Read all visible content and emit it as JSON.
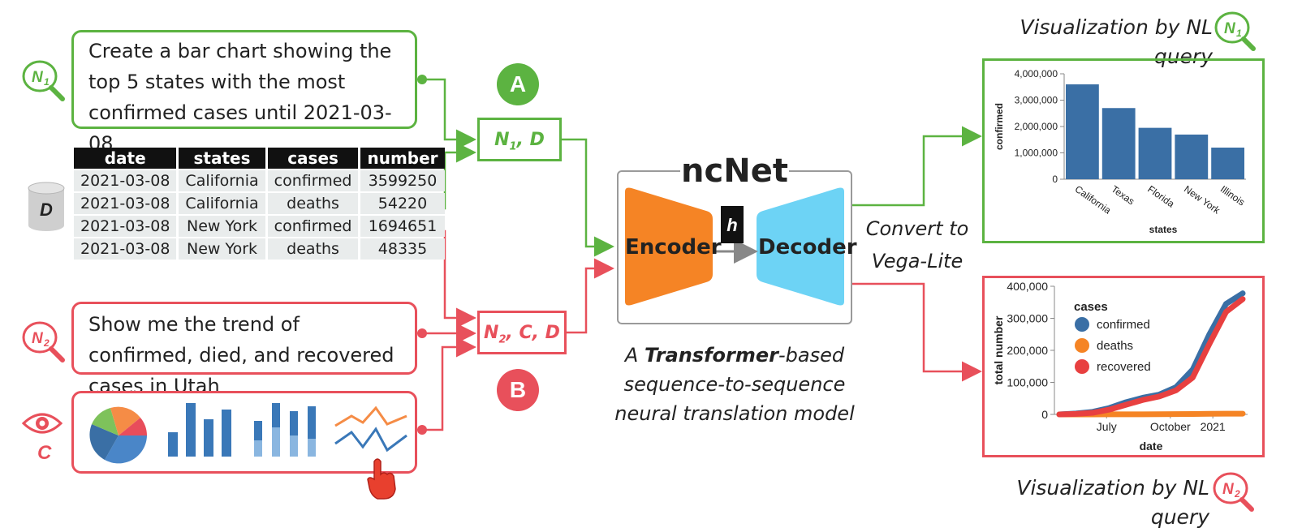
{
  "query1": {
    "text": "Create a bar chart showing the top 5 states with the most confirmed cases until 2021-03-08",
    "label_main": "N",
    "label_sub": "1"
  },
  "query2": {
    "text": "Show me the trend of confirmed, died, and recovered cases in Utah",
    "label_main": "N",
    "label_sub": "2"
  },
  "table": {
    "columns": [
      "date",
      "states",
      "cases",
      "number"
    ],
    "rows": [
      [
        "2021-03-08",
        "California",
        "confirmed",
        "3599250"
      ],
      [
        "2021-03-08",
        "California",
        "deaths",
        "54220"
      ],
      [
        "2021-03-08",
        "New York",
        "confirmed",
        "1694651"
      ],
      [
        "2021-03-08",
        "New York",
        "deaths",
        "48335"
      ]
    ]
  },
  "db_label": "D",
  "chart_type_label": "C",
  "input_a": {
    "badge": "A",
    "n": "N",
    "sub": "1",
    "rest": ", D"
  },
  "input_b": {
    "badge": "B",
    "n": "N",
    "sub": "2",
    "rest": ", C, D"
  },
  "model": {
    "title": "ncNet",
    "encoder": "Encoder",
    "decoder": "Decoder",
    "hidden": "h",
    "caption_pre": "A ",
    "caption_bold": "Transformer",
    "caption_post": "-based",
    "caption_line2": "sequence-to-sequence",
    "caption_line3": "neural translation model"
  },
  "convert_line1": "Convert to",
  "convert_line2": "Vega-Lite",
  "vis_title_1": "Visualization by NL query",
  "vis_title_2": "Visualization by NL query",
  "colors": {
    "green": "#5cb341",
    "red": "#e8505b",
    "encoder": "#f58425",
    "decoder": "#6dd3f5",
    "bar": "#3a6fa5"
  },
  "chart_data": [
    {
      "type": "bar",
      "categories": [
        "California",
        "Texas",
        "Florida",
        "New York",
        "Illinois"
      ],
      "values": [
        3599250,
        2700000,
        1950000,
        1694651,
        1200000
      ],
      "xlabel": "states",
      "ylabel": "confirmed",
      "ylim": [
        0,
        4000000
      ],
      "yticks": [
        "0",
        "1,000,000",
        "2,000,000",
        "3,000,000",
        "4,000,000"
      ]
    },
    {
      "type": "line",
      "xlabel": "date",
      "ylabel": "total number",
      "ylim": [
        0,
        400000
      ],
      "yticks": [
        "0",
        "100,000",
        "200,000",
        "300,000",
        "400,000"
      ],
      "xticks": [
        "July",
        "October",
        "2021"
      ],
      "legend_title": "cases",
      "legend_position": "top-left",
      "series": [
        {
          "name": "confirmed",
          "color": "#3a6fa5",
          "values": [
            0,
            3000,
            8000,
            20000,
            38000,
            52000,
            62000,
            85000,
            140000,
            250000,
            345000,
            378000
          ]
        },
        {
          "name": "deaths",
          "color": "#f58425",
          "values": [
            0,
            50,
            100,
            200,
            300,
            400,
            600,
            900,
            1300,
            1800,
            2100,
            2300
          ]
        },
        {
          "name": "recovered",
          "color": "#e84040",
          "values": [
            0,
            1500,
            5000,
            15000,
            30000,
            45000,
            56000,
            75000,
            115000,
            220000,
            320000,
            360000
          ]
        }
      ]
    }
  ]
}
